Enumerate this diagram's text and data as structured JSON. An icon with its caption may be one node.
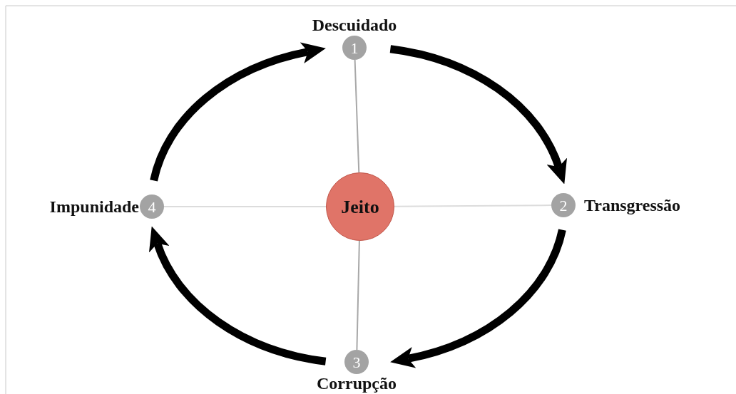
{
  "diagram": {
    "nodes": [
      {
        "text": [
          "Jeito"
        ]
      },
      {
        "text": [
          "1"
        ],
        "beside": [
          "Descuidado"
        ]
      },
      {
        "text": [
          "2"
        ],
        "beside": [
          "Transgressão"
        ]
      },
      {
        "text": [
          "3"
        ],
        "beside": [
          "Corrupção"
        ]
      },
      {
        "text": [
          "4"
        ],
        "beside": [
          "Impunidade"
        ]
      }
    ],
    "edges": [
      {
        "from": 1,
        "to": 2,
        "arrow": "to",
        "style": "thick"
      },
      {
        "from": 2,
        "to": 3,
        "arrow": "to",
        "style": "thick"
      },
      {
        "from": 3,
        "to": 4,
        "arrow": "to",
        "style": "thick"
      },
      {
        "from": 4,
        "to": 1,
        "arrow": "to",
        "style": "thick"
      },
      {
        "from": 0,
        "to": 1,
        "arrow": "none",
        "color": "#a8a8a8"
      },
      {
        "from": 0,
        "to": 2,
        "arrow": "none",
        "color": "#dcdcdc"
      },
      {
        "from": 0,
        "to": 3,
        "arrow": "none",
        "color": "#a8a8a8"
      },
      {
        "from": 0,
        "to": 4,
        "arrow": "none",
        "color": "#dcdcdc"
      }
    ]
  }
}
